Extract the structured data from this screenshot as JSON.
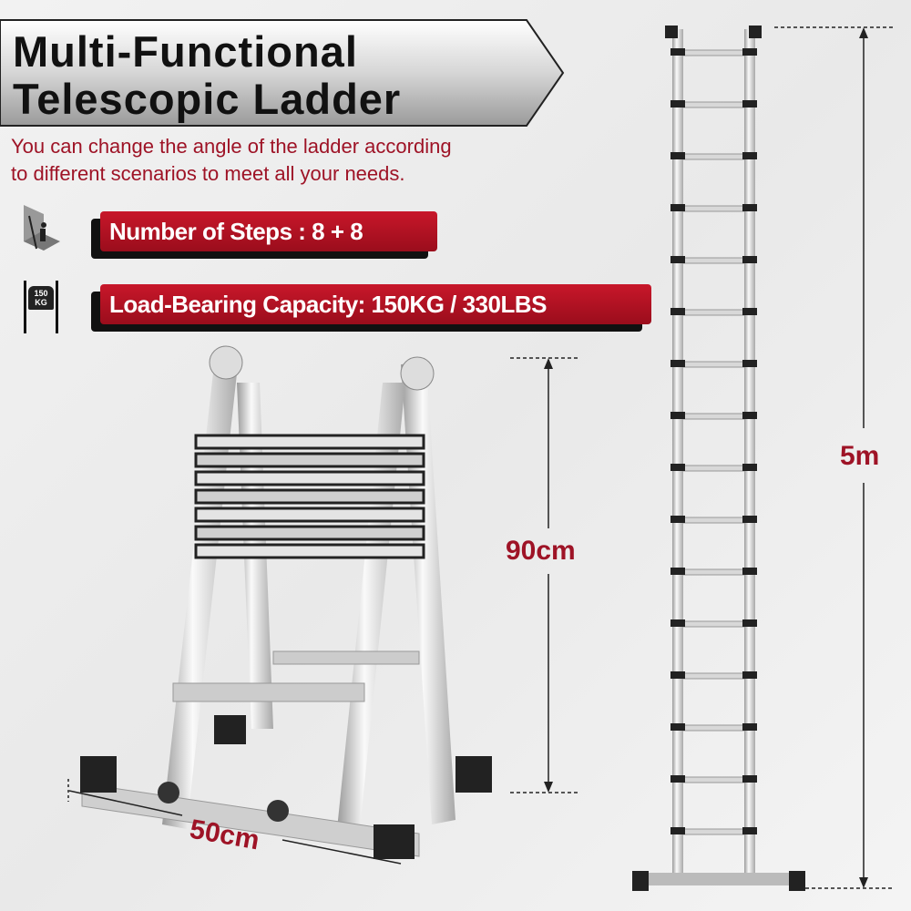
{
  "title": {
    "line1": "Multi-Functional",
    "line2": "Telescopic Ladder"
  },
  "subtitle": {
    "line1": "You can change the angle of the ladder according",
    "line2": "to different scenarios to meet all your needs."
  },
  "features": [
    {
      "icon": "ladder-climber-icon",
      "label": "Number of Steps : 8 + 8"
    },
    {
      "icon": "weight-150kg-icon",
      "label": "Load-Bearing Capacity: 150KG / 330LBS"
    }
  ],
  "icon_text": {
    "weight": "150 KG"
  },
  "dimensions": {
    "a_frame_height": "90cm",
    "a_frame_width": "50cm",
    "extended_height": "5m"
  },
  "colors": {
    "accent": "#9e1326",
    "badge": "#c8172a"
  }
}
